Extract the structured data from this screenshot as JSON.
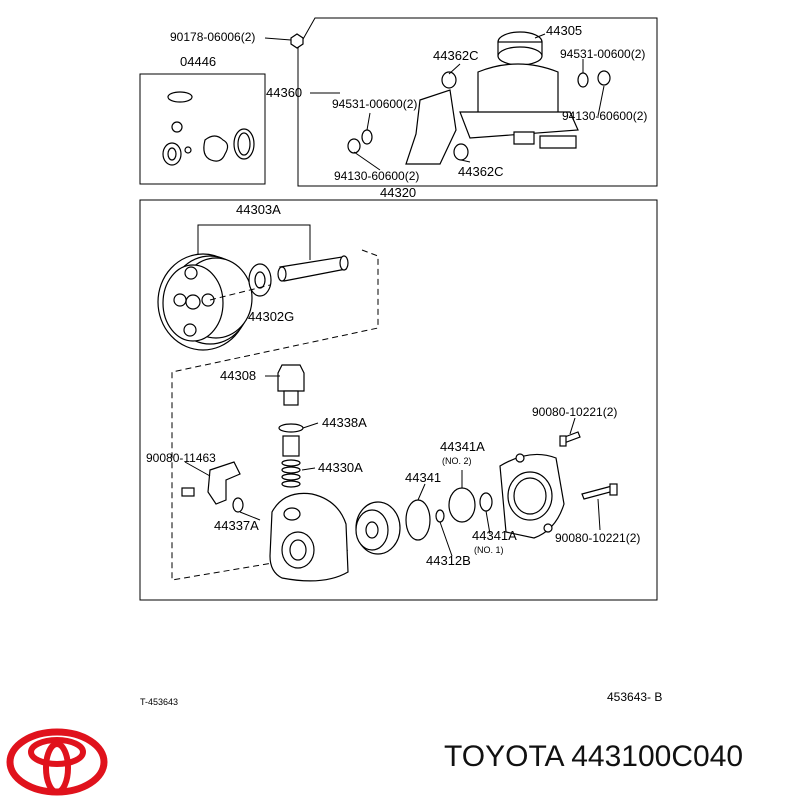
{
  "labels": {
    "p90178": "90178-06006(2)",
    "p04446": "04446",
    "p44360": "44360",
    "p44305": "44305",
    "p44362C_top": "44362C",
    "p94531_left": "94531-00600(2)",
    "p94531_right": "94531-00600(2)",
    "p94130_right": "94130-60600(2)",
    "p94130_bottom": "94130-60600(2)",
    "p44362C_bottom": "44362C",
    "p44320": "44320",
    "p44303A": "44303A",
    "p44302G": "44302G",
    "p44308": "44308",
    "p44338A": "44338A",
    "p90080_11463": "90080-11463",
    "p44330A": "44330A",
    "p44337A": "44337A",
    "p44341A_no2": "44341A",
    "no2": "(NO. 2)",
    "p44341": "44341",
    "p44341A_no1": "44341A",
    "no1": "(NO. 1)",
    "p44312B": "44312B",
    "p90080_10221_top": "90080-10221(2)",
    "p90080_10221_bottom": "90080-10221(2)",
    "ref_left": "T-453643",
    "ref_right": "453643- B"
  },
  "caption": "TOYOTA 443100C040",
  "colors": {
    "logo": "#e0121c",
    "ink": "#000000"
  }
}
